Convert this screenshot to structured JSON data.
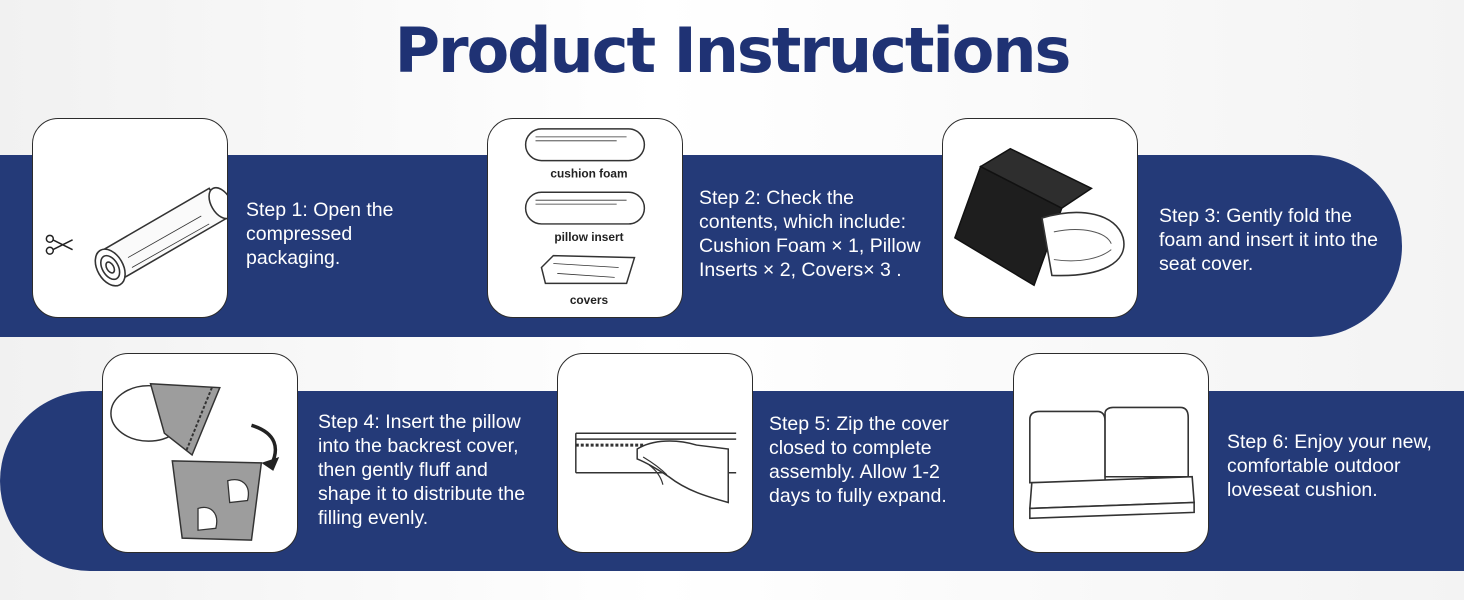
{
  "title": "Product Instructions",
  "colors": {
    "band": "#243a78",
    "title": "#1f3274",
    "card_border": "#2c2c2c"
  },
  "steps": [
    {
      "text": "Step 1: Open the compressed packaging.",
      "icon": "rolled-foam-scissors-icon"
    },
    {
      "text": "Step 2: Check the contents, which include: Cushion Foam × 1, Pillow Inserts × 2, Covers× 3 .",
      "icon": "contents-icon",
      "labels": [
        "cushion foam",
        "pillow insert",
        "covers"
      ]
    },
    {
      "text": "Step 3: Gently fold the foam and insert it into the seat cover.",
      "icon": "fold-foam-icon"
    },
    {
      "text": "Step 4: Insert the pillow into the backrest cover, then gently fluff and shape it to distribute the filling evenly.",
      "icon": "insert-pillow-icon"
    },
    {
      "text": "Step 5: Zip the cover closed to complete assembly. Allow 1-2 days to fully expand.",
      "icon": "zip-cover-icon"
    },
    {
      "text": "Step 6: Enjoy your new, comfortable outdoor loveseat cushion.",
      "icon": "loveseat-cushion-icon"
    }
  ]
}
